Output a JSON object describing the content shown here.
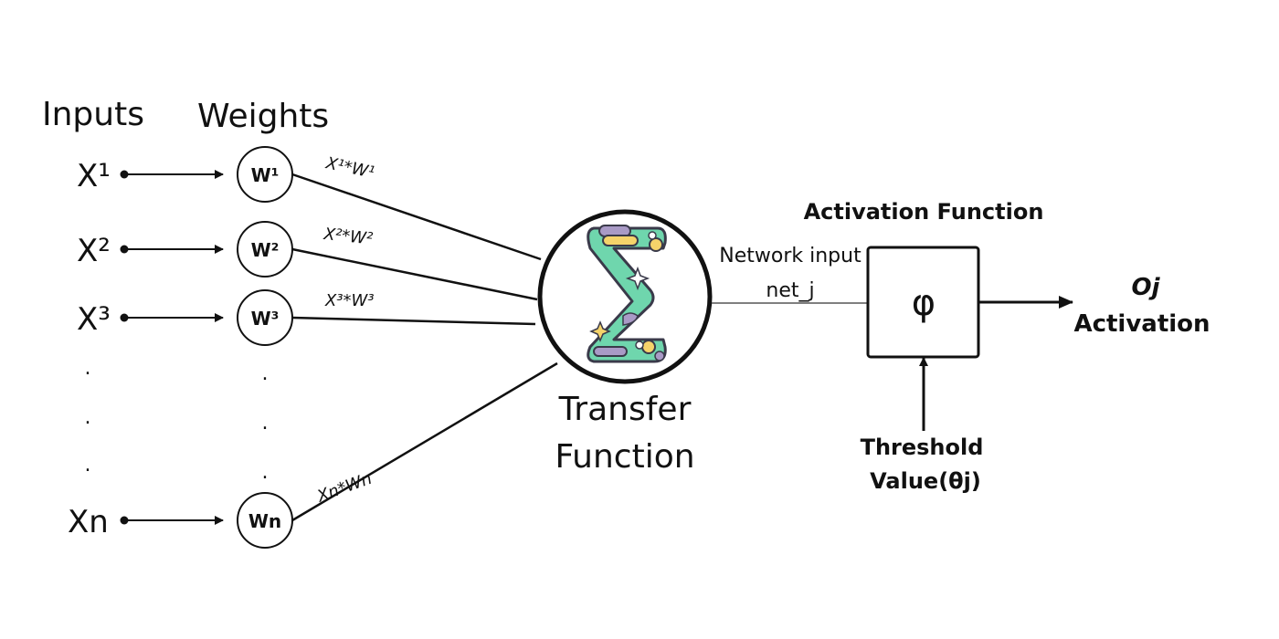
{
  "headers": {
    "inputs": "Inputs",
    "weights": "Weights"
  },
  "inputs": [
    "X¹",
    "X²",
    "X³",
    "Xn"
  ],
  "weights": [
    "W¹",
    "W²",
    "W³",
    "Wn"
  ],
  "products": [
    "X¹*W¹",
    "X²*W²",
    "X³*W³",
    "Xn*Wn"
  ],
  "ellipsis_dot": ".",
  "summation": {
    "symbol": "Σ",
    "label_line1": "Transfer",
    "label_line2": "Function"
  },
  "network_input": {
    "line1": "Network input",
    "line2": "net_j"
  },
  "activation_function": {
    "title": "Activation Function",
    "symbol": "φ"
  },
  "output": {
    "symbol": "Oj",
    "label": "Activation"
  },
  "threshold": {
    "line1": "Threshold",
    "line2": "Value(θj)"
  },
  "colors": {
    "sigma_fill": "#6fd6ad",
    "sigma_stroke": "#3a3a4a",
    "sigma_accent_yellow": "#f5d36a",
    "sigma_accent_purple": "#a99ac6",
    "line": "#111111",
    "thin_line": "#555555"
  }
}
